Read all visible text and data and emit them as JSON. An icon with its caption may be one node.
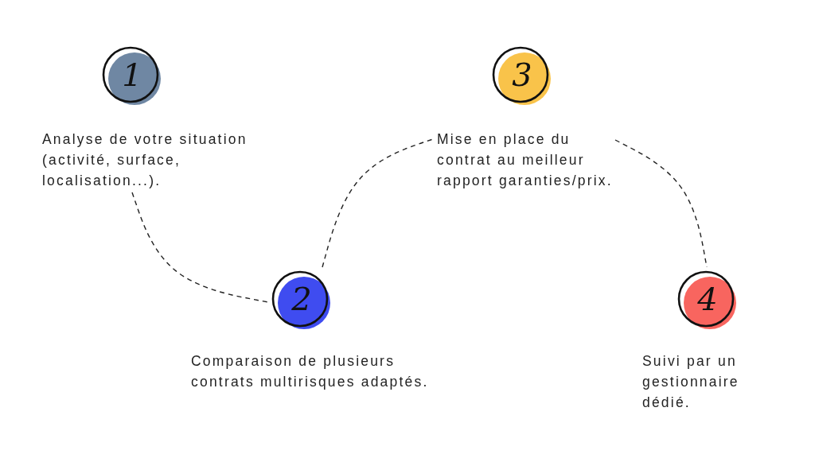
{
  "diagram": {
    "nodes": [
      {
        "text": [
          "1"
        ],
        "beside": [
          "Analyse de votre situation (activité, surface, localisation...)."
        ]
      },
      {
        "text": [
          "2"
        ],
        "beside": [
          "Comparaison de plusieurs contrats multirisques adaptés."
        ]
      },
      {
        "text": [
          "3"
        ],
        "beside": [
          "Mise en place du contrat au meilleur rapport garanties/prix."
        ]
      },
      {
        "text": [
          "4"
        ],
        "beside": [
          "Suivi par un gestionnaire dédié."
        ]
      }
    ],
    "edges": [
      {
        "from": 0,
        "to": 1,
        "arrow": "none",
        "style": "dashed"
      },
      {
        "from": 1,
        "to": 2,
        "arrow": "none",
        "style": "dashed"
      },
      {
        "from": 2,
        "to": 3,
        "arrow": "none",
        "style": "dashed"
      }
    ]
  }
}
